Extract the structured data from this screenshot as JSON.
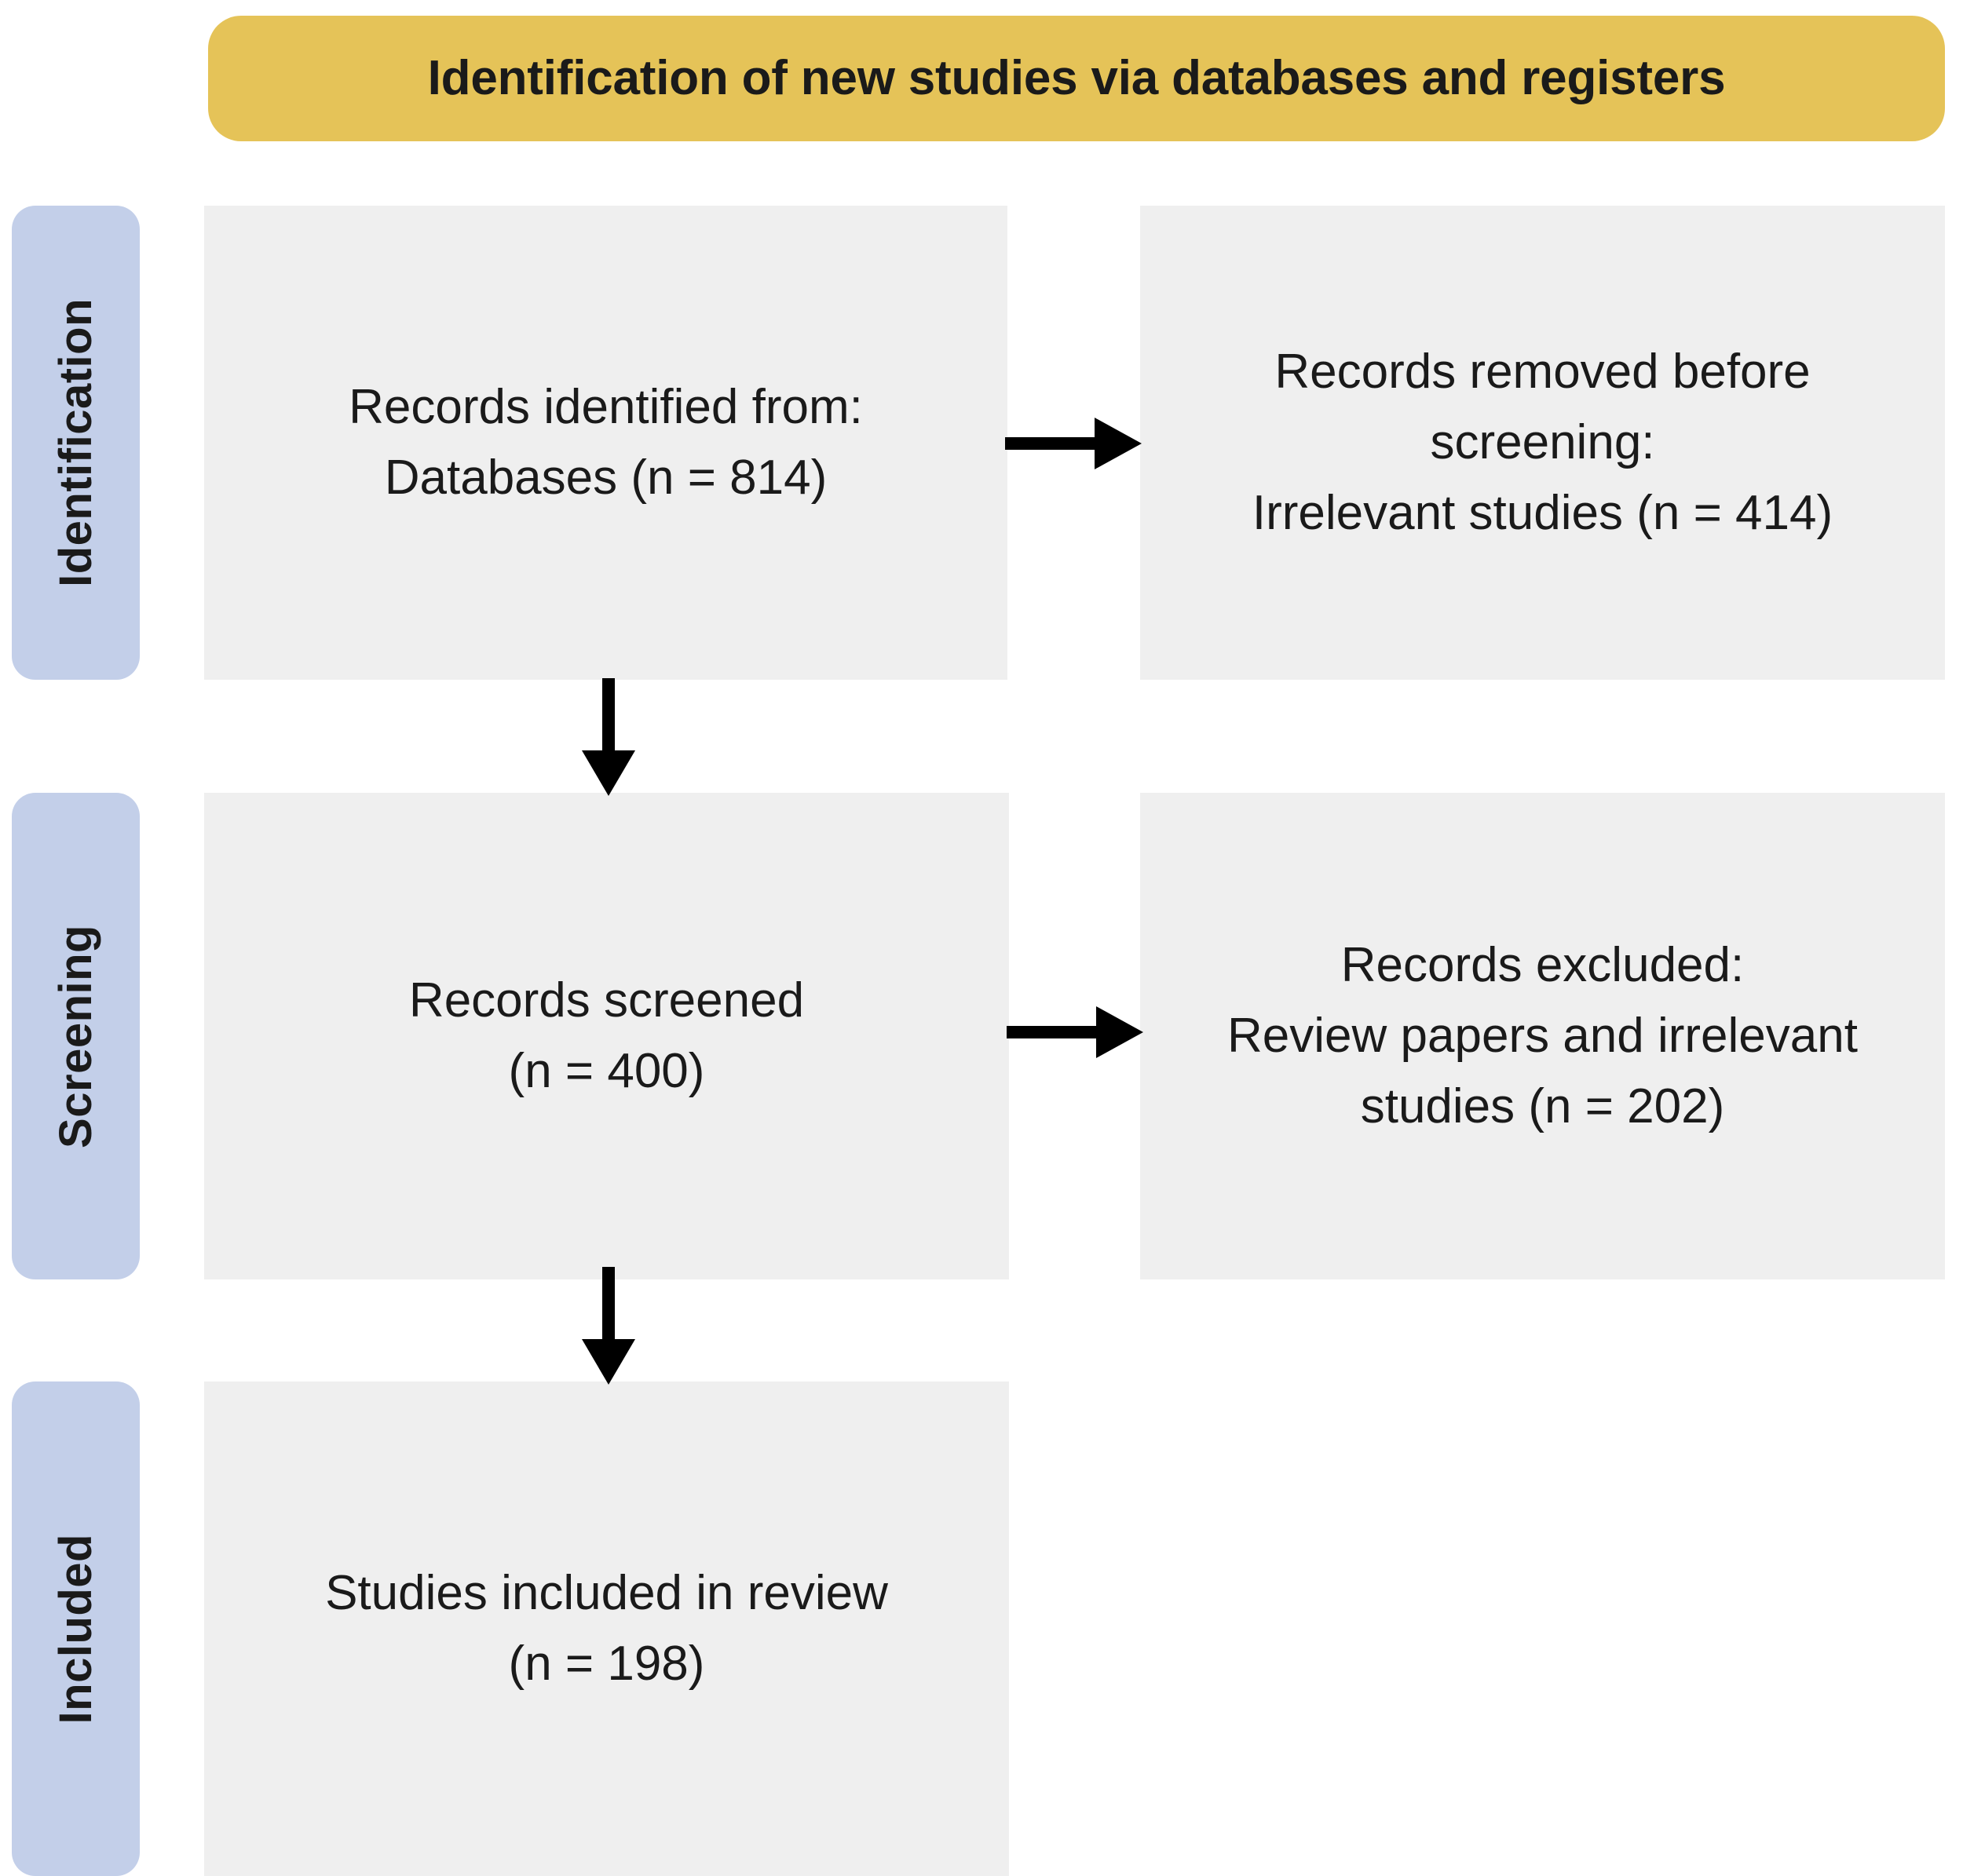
{
  "header": {
    "title": "Identification of new studies via databases and registers",
    "color": "#E5C358"
  },
  "colors": {
    "stage_label_bg": "#C3CFE9",
    "box_bg": "#EFEFEF",
    "arrow": "#000000",
    "text": "#1a1a1a",
    "page_bg": "#FFFFFF"
  },
  "stages": [
    {
      "id": "identification",
      "label": "Identification"
    },
    {
      "id": "screening",
      "label": "Screening"
    },
    {
      "id": "included",
      "label": "Included"
    }
  ],
  "boxes": {
    "identified": {
      "text": "Records identified from:\nDatabases (n = 814)",
      "line1": "Records identified from:",
      "line2": "Databases (n = 814)",
      "count": 814
    },
    "removed": {
      "text": "Records removed before\nscreening:\nIrrelevant studies (n = 414)",
      "line1": "Records removed before",
      "line2": "screening:",
      "line3": "Irrelevant studies (n = 414)",
      "count": 414
    },
    "screened": {
      "text": "Records screened\n(n = 400)",
      "line1": "Records screened",
      "line2": "(n = 400)",
      "count": 400
    },
    "excluded": {
      "text": "Records excluded:\nReview papers and irrelevant\nstudies (n = 202)",
      "line1": "Records excluded:",
      "line2": "Review papers and irrelevant",
      "line3": "studies (n = 202)",
      "count": 202
    },
    "included": {
      "text": "Studies included in review\n(n = 198)",
      "line1": "Studies included in review",
      "line2": "(n = 198)",
      "count": 198
    }
  },
  "arrows": [
    {
      "id": "identified-to-removed",
      "direction": "right",
      "from": "identified",
      "to": "removed"
    },
    {
      "id": "identified-to-screened",
      "direction": "down",
      "from": "identified",
      "to": "screened"
    },
    {
      "id": "screened-to-excluded",
      "direction": "right",
      "from": "screened",
      "to": "excluded"
    },
    {
      "id": "screened-to-included",
      "direction": "down",
      "from": "screened",
      "to": "included"
    }
  ]
}
